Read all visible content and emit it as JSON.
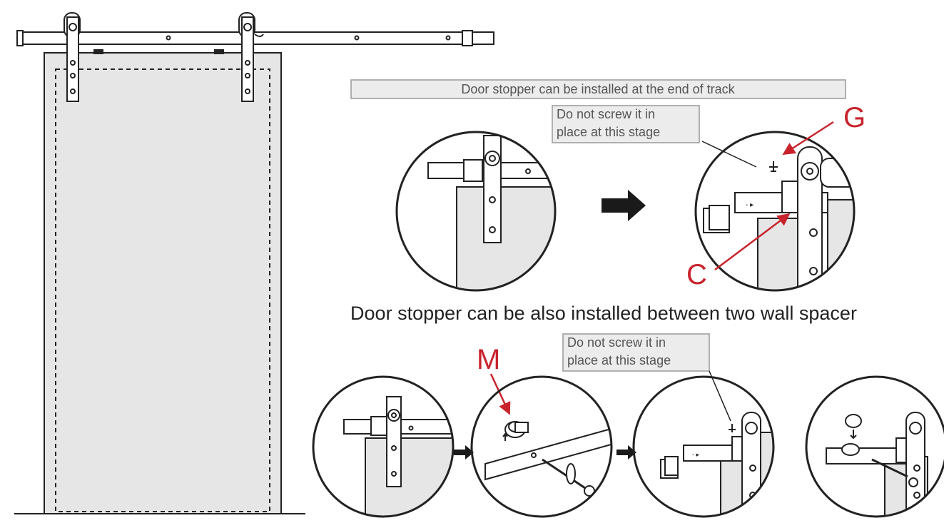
{
  "top_banner": {
    "text": "Door stopper can be installed at the end of track"
  },
  "note_top": {
    "line1": "Do not screw it in",
    "line2": "place at this stage"
  },
  "heading_middle": {
    "text": "Door stopper can be also installed between two wall spacer"
  },
  "note_bottom": {
    "line1": "Do not screw it in",
    "line2": "place at this stage"
  },
  "labels": {
    "g": "G",
    "c": "C",
    "m": "M"
  },
  "colors": {
    "door_fill": "#e6e6e6",
    "line": "#222222",
    "label_red": "#c8232c",
    "banner_fill": "#ececec",
    "banner_border": "#999999"
  }
}
